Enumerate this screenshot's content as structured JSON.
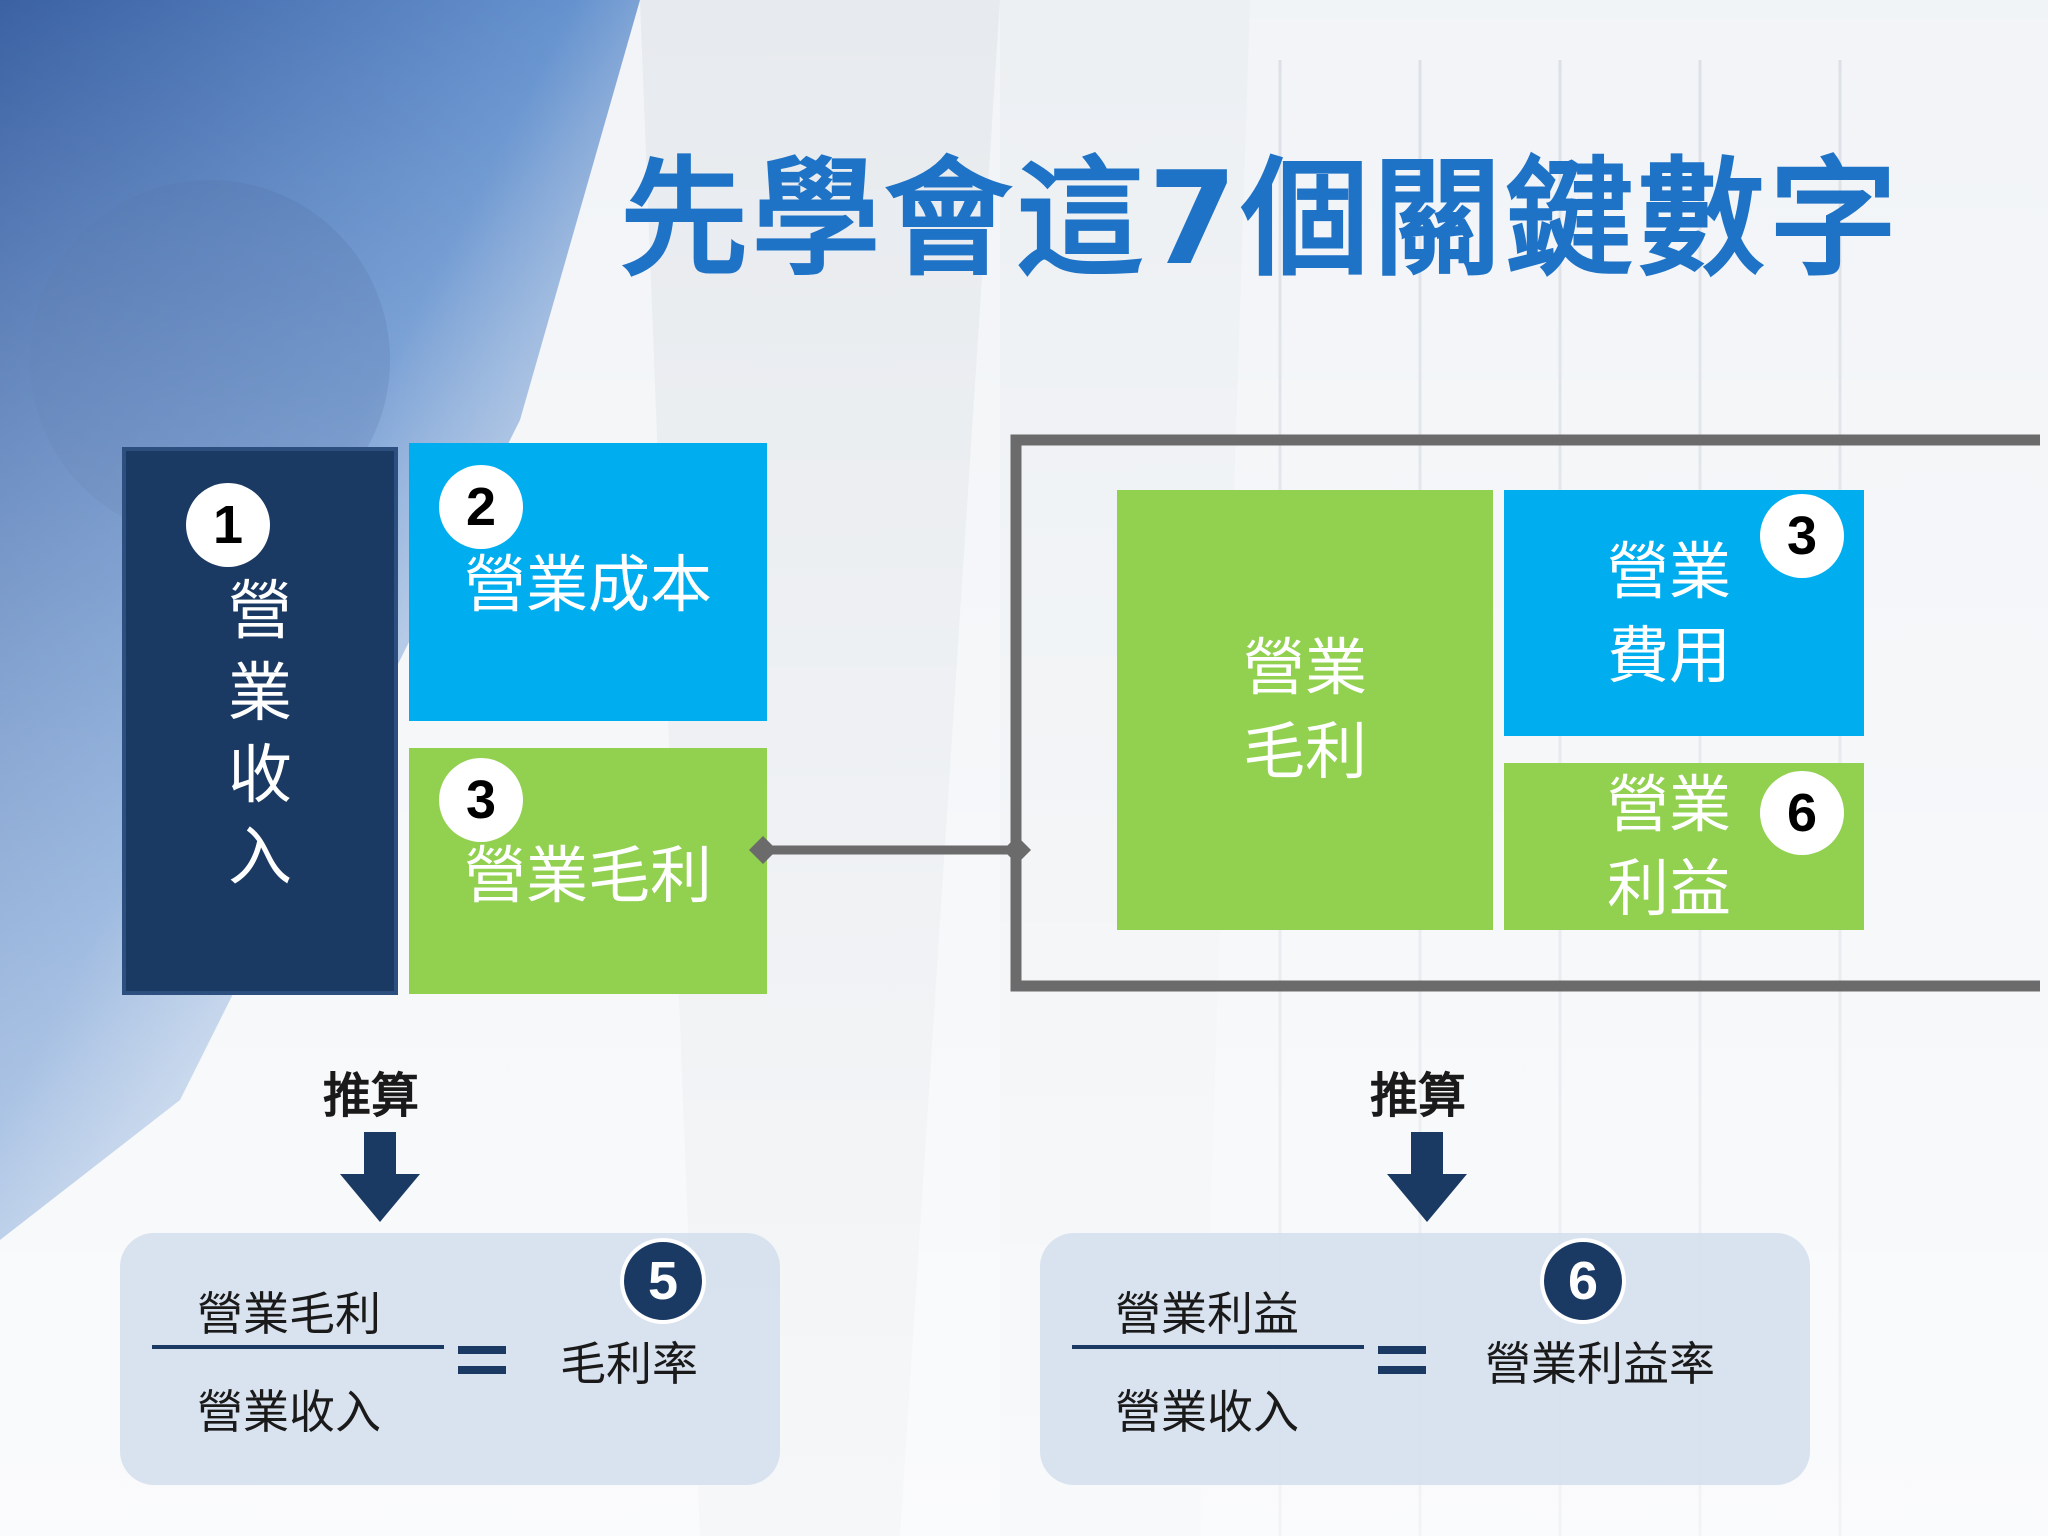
{
  "title": "先學會這7個關鍵數字",
  "left_diagram": {
    "revenue": {
      "badge": "1",
      "label": [
        "營",
        "業",
        "收",
        "入"
      ]
    },
    "cost": {
      "badge": "2",
      "label": "營業成本"
    },
    "gross_profit": {
      "badge": "3",
      "label": "營業毛利"
    }
  },
  "right_diagram": {
    "gross_profit": {
      "label": [
        "營業",
        "毛利"
      ]
    },
    "expenses": {
      "badge": "3",
      "label": [
        "營業",
        "費用"
      ]
    },
    "operating_income": {
      "badge": "6",
      "label": [
        "營業",
        "利益"
      ]
    }
  },
  "formula_left": {
    "derive_label": "推算",
    "badge": "5",
    "numerator": "營業毛利",
    "denominator": "營業收入",
    "result": "毛利率"
  },
  "formula_right": {
    "derive_label": "推算",
    "badge": "6",
    "numerator": "營業利益",
    "denominator": "營業收入",
    "result": "營業利益率"
  },
  "colors": {
    "title": "#1f73c7",
    "navy": "#1b3a63",
    "blue": "#00aeef",
    "green": "#92d050",
    "connector": "#6b6b6b"
  }
}
